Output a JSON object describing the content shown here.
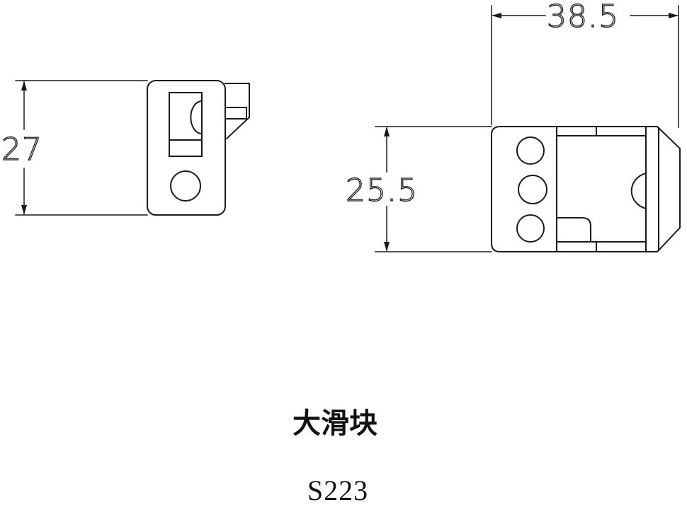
{
  "dimensions": {
    "left_height": "27",
    "right_height": "25.5",
    "right_width": "38.5"
  },
  "part": {
    "name": "大滑块",
    "code": "S223"
  }
}
